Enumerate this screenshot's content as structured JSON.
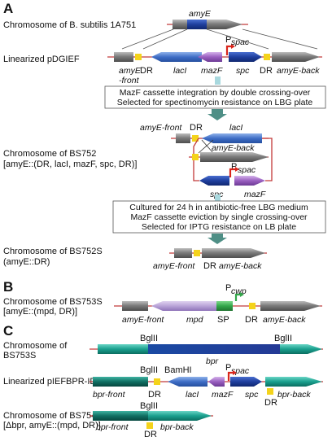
{
  "sections": {
    "a": "A",
    "b": "B",
    "c": "C"
  },
  "rows": {
    "r1": "Chromosome of B. subtilis 1A751",
    "r2": "Linearized pDGIEF",
    "r3a": "Chromosome of BS752",
    "r3b": "[amyE::(DR, lacI, mazF, spc, DR)]",
    "r4a": "Chromosome of BS752S",
    "r4b": "(amyE::DR)",
    "r5a": "Chromosome of BS753S",
    "r5b": "[amyE::(mpd, DR)]",
    "r6a": "Chromosome of",
    "r6b": "BS753S",
    "r7": "Linearized pIEFBPR-ID",
    "r8a": "Chromosome of BS754S",
    "r8b": "[Δbpr, amyE::(mpd, DR)]"
  },
  "steps": {
    "s1a": "MazF cassette integration by double crossing-over",
    "s1b": "Selected for spectinomycin resistance on LBG plate",
    "s2a": "Cultured for 24 h in antibiotic-free LBG medium",
    "s2b": "MazF cassette eviction by single crossing-over",
    "s2c": "Selected for IPTG resistance on LB plate"
  },
  "genes": {
    "amyE": "amyE",
    "amyE_front": "amyE",
    "front_suffix": "-front",
    "amyE_front_full": "amyE-front",
    "amyE_back": "amyE-back",
    "DR": "DR",
    "lacI": "lacI",
    "mazF": "mazF",
    "spc": "spc",
    "mpd": "mpd",
    "SP": "SP",
    "bpr": "bpr",
    "bpr_front": "bpr-front",
    "bpr_back": "bpr-back",
    "BglII": "BglII",
    "BamHI": "BamHI",
    "P": "P",
    "spac": "spac",
    "cwp": "cwp"
  },
  "colors": {
    "gray": "#6d6d6d",
    "navy": "#1f3f9e",
    "blue": "#3f6ec6",
    "purple": "#9a5fc0",
    "yellow": "#f4d31b",
    "green": "#33a64a",
    "teal": "#1aa08e",
    "darkteal": "#106f63",
    "red": "#d9261c",
    "process": "#4f8f86",
    "lavender": "#b9a3d8"
  }
}
